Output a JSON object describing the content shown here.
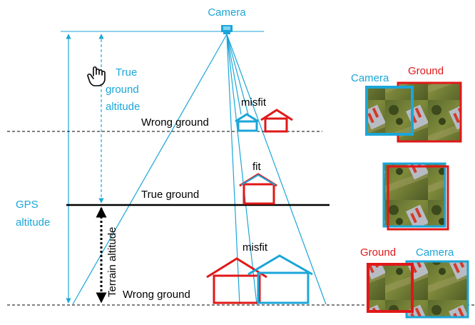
{
  "labels": {
    "camera_top": "Camera",
    "true_ground_altitude": [
      "True",
      "ground",
      "altitude"
    ],
    "gps_altitude": [
      "GPS",
      "altitude"
    ],
    "terrain_altitude": "Terrain altitude",
    "wrong_ground_top": "Wrong ground",
    "true_ground": "True ground",
    "wrong_ground_bottom": "Wrong ground",
    "misfit_top": "misfit",
    "fit": "fit",
    "misfit_bottom": "misfit"
  },
  "panels": {
    "top": {
      "left_label": "Camera",
      "right_label": "Ground"
    },
    "bottom": {
      "left_label": "Ground",
      "right_label": "Camera"
    }
  },
  "icons": {
    "hand": "pointing-hand-icon",
    "camera": "camera-icon"
  },
  "colors": {
    "blue": "#1ba6d8",
    "red": "#e01818",
    "black": "#000000"
  }
}
